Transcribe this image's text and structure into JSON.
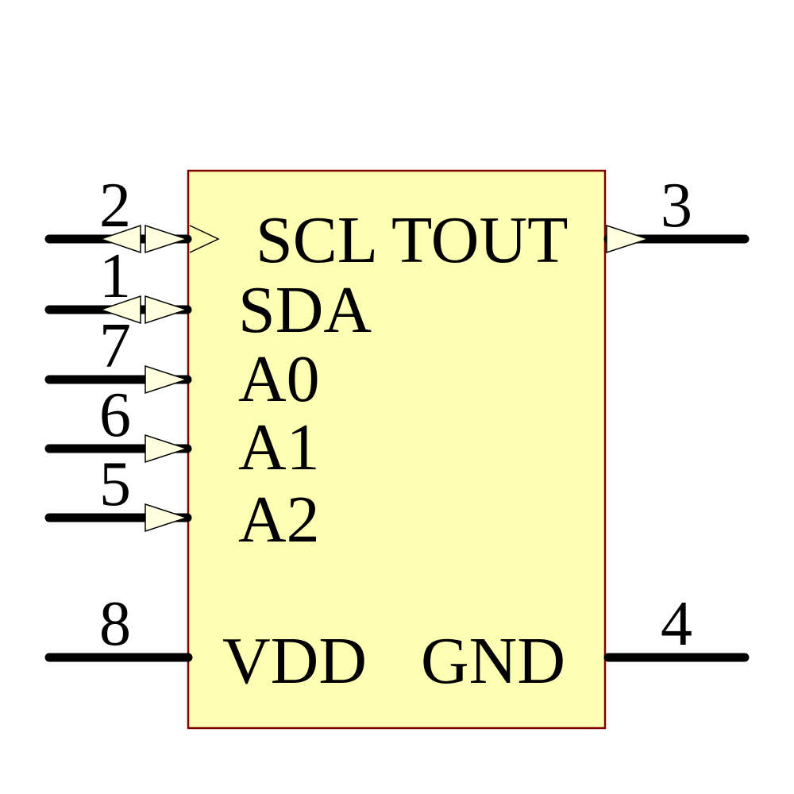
{
  "colors": {
    "background": "#FFFFFF",
    "body_fill": "#FFFFB3",
    "body_border": "#800000",
    "wire": "#000000",
    "arrow_fill": "#FFFFE0",
    "arrow_stroke": "#000000",
    "text": "#000000"
  },
  "component": {
    "pins": [
      {
        "number": "2",
        "label": "SCL",
        "side": "left",
        "direction": "bidirectional-clock"
      },
      {
        "number": "1",
        "label": "SDA",
        "side": "left",
        "direction": "bidirectional"
      },
      {
        "number": "7",
        "label": "A0",
        "side": "left",
        "direction": "input"
      },
      {
        "number": "6",
        "label": "A1",
        "side": "left",
        "direction": "input"
      },
      {
        "number": "5",
        "label": "A2",
        "side": "left",
        "direction": "input"
      },
      {
        "number": "8",
        "label": "VDD",
        "side": "left",
        "direction": "power"
      },
      {
        "number": "3",
        "label": "TOUT",
        "side": "right",
        "direction": "output"
      },
      {
        "number": "4",
        "label": "GND",
        "side": "right",
        "direction": "power"
      }
    ]
  }
}
